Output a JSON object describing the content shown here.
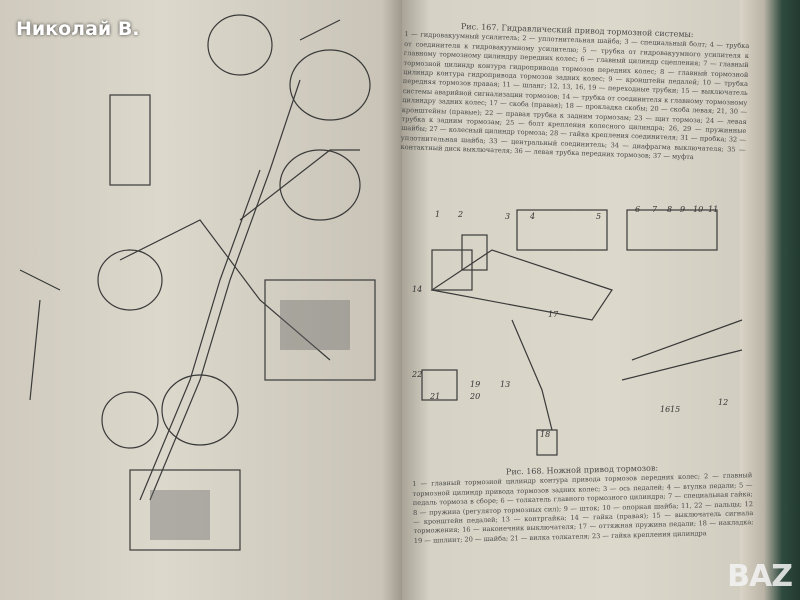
{
  "seller_name": "Николай В.",
  "watermark": "BAZAR",
  "page_right": {
    "fig167": {
      "title": "Рис. 167. Гидравлический привод тормозной системы:",
      "text": "1 — гидровакуумный усилитель; 2 — уплотнительная шайба; 3 — специальный болт; 4 — трубка от соединителя к гидровакуумному усилителю; 5 — трубка от гидровакуумного усилителя к главному тормозному цилиндру передних колес; 6 — главный цилиндр сцепления; 7 — главный тормозной цилиндр контура гидропривода тормозов передних колес; 8 — главный тормозной цилиндр контура гидропривода тормозов задних колес; 9 — кронштейн педалей; 10 — трубка передняя тормозов правая; 11 — шланг; 12, 13, 16, 19 — переходные трубки; 15 — выключатель системы аварийной сигнализации тормозов; 14 — трубка от соединителя к главному тормозному цилиндру задних колес; 17 — скоба (правая); 18 — прокладка скобы; 20 — скоба левая; 21, 30 — кронштейны (правые); 22 — правая трубка к задним тормозам; 23 — щит тормоза; 24 — левая трубка к задним тормозам; 25 — болт крепления колесного цилиндра; 26, 29 — пружинные шайбы; 27 — колесный цилиндр тормоза; 28 — гайка крепления соединителя; 31 — пробка; 32 — уплотнительная шайба; 33 — центральный соединитель; 34 — диафрагма выключателя; 35 — контактный диск выключателя; 36 — левая трубка передних тормозов; 37 — муфта"
    },
    "fig168": {
      "title": "Рис. 168. Ножной привод тормозов:",
      "text": "1 — главный тормозной цилиндр контура привода тормозов передних колес; 2 — главный тормозной цилиндр привода тормозов задних колес; 3 — ось педалей; 4 — втулка педали; 5 — педаль тормоза в сборе; 6 — толкатель главного тормозного цилиндра; 7 — специальная гайка; 8 — пружина (регулятор тормозных сил); 9 — шток; 10 — опорная шайба; 11, 22 — пальцы; 12 — кронштейн педалей; 13 — контргайка; 14 — гайка (правая); 15 — выключатель сигнала торможения; 16 — наконечник выключателя; 17 — оттяжная пружина педали; 18 — накладка; 19 — шплинт; 20 — шайба; 21 — вилка толкателя; 23 — гайка крепления цилиндра"
    },
    "callouts": [
      "1",
      "2",
      "3",
      "4",
      "5",
      "6",
      "7",
      "8",
      "9",
      "10",
      "11",
      "12",
      "13",
      "14",
      "15",
      "16",
      "17",
      "18",
      "19",
      "20",
      "21",
      "22"
    ]
  }
}
